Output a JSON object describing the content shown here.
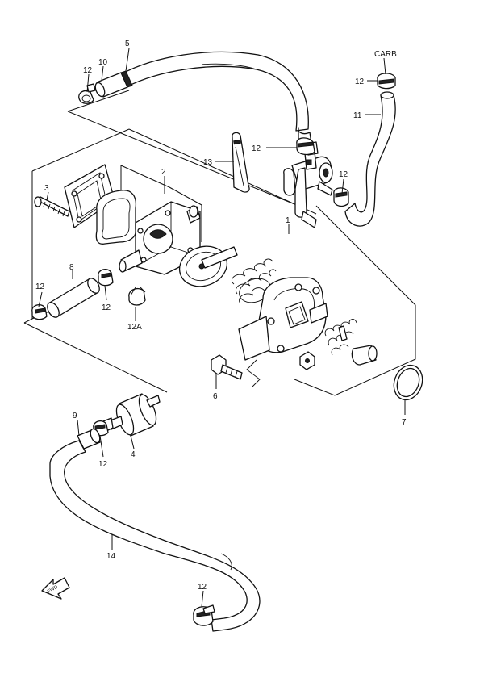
{
  "labels": {
    "p1": "1",
    "p2": "2",
    "p3": "3",
    "p4": "4",
    "p5": "5",
    "p6": "6",
    "p7": "7",
    "p8": "8",
    "p9": "9",
    "p10": "10",
    "p11": "11",
    "p12": "12",
    "p12a": "12A",
    "p13": "13",
    "p14": "14",
    "carb": "CARB",
    "fwd": "FWD"
  },
  "icons": {
    "forward_arrow": "fwd-arrow-icon"
  }
}
